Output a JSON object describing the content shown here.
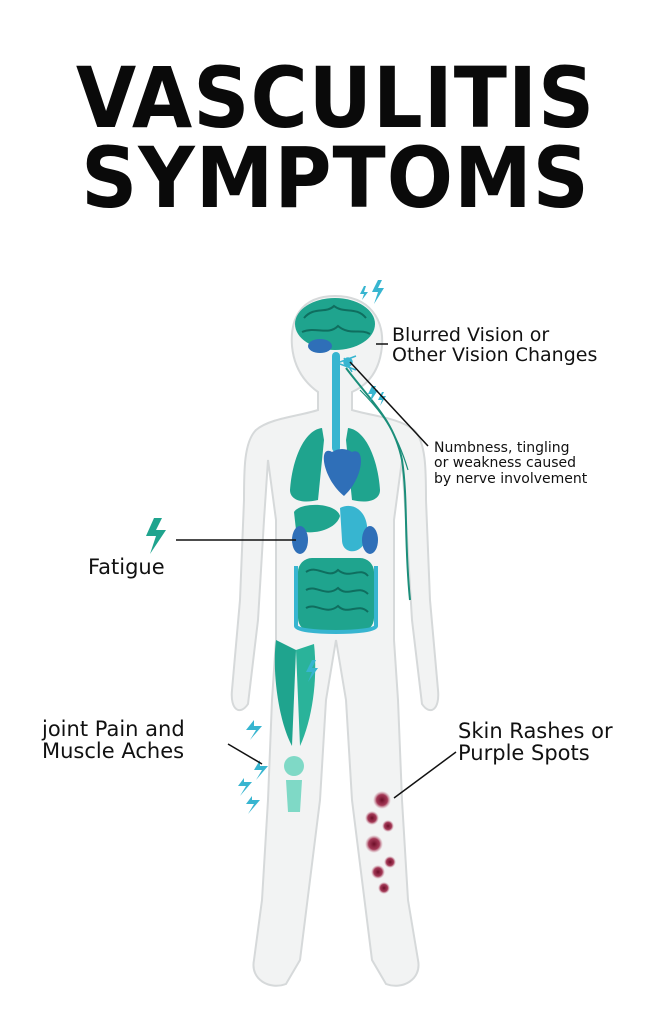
{
  "title": {
    "line1": "VASCULITIS",
    "line2": "SYMPTOMS"
  },
  "labels": {
    "vision": [
      "Blurred Vision or",
      "Other Vision Changes"
    ],
    "nerve": [
      "Numbness, tingling",
      "or weakness caused",
      "by nerve involvement"
    ],
    "fatigue": [
      "Fatigue"
    ],
    "joint": [
      "joint Pain and",
      "Muscle Aches"
    ],
    "skin": [
      "Skin Rashes or",
      "Purple Spots"
    ]
  },
  "icons": {
    "pain": "lightning-bolt-icon"
  },
  "colors": {
    "body": "#f2f3f3",
    "outline": "#d6d9da",
    "teal": "#1fa48e",
    "blue": "#2f6fb8",
    "light_blue": "#37b5d0",
    "nerve": "#1b8e7a",
    "rash": "#8b1c3a"
  }
}
